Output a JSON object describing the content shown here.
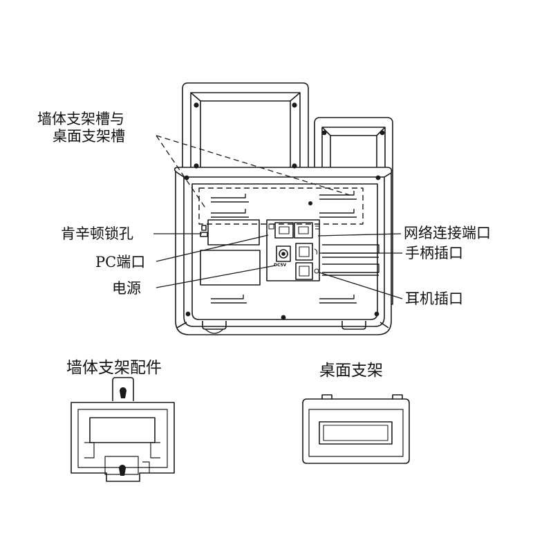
{
  "diagram": {
    "callouts": {
      "wall_slot_line1": "墙体支架槽与",
      "wall_slot_line2": "桌面支架槽",
      "kensington_lock": "肯辛顿锁孔",
      "pc_port": "PC端口",
      "power": "电源",
      "network_port": "网络连接端口",
      "handset_port": "手柄插口",
      "headset_port": "耳机插口"
    },
    "accessories": {
      "wall_mount": "墙体支架配件",
      "desk_stand": "桌面支架"
    },
    "device_marks": {
      "dc_rating": "DC5V"
    },
    "colors": {
      "stroke": "#1a1a1a",
      "fill": "#ffffff"
    }
  }
}
